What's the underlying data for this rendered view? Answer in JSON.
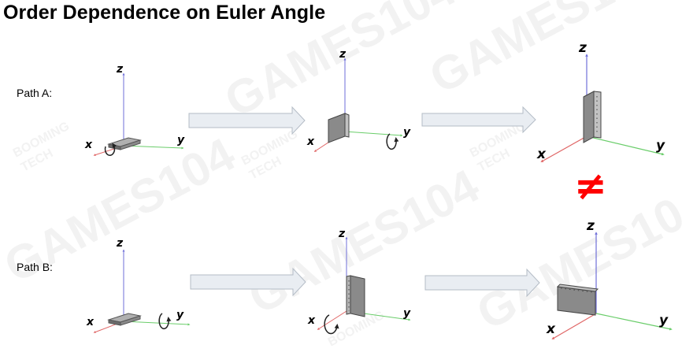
{
  "title": "Order Dependence on Euler Angle",
  "paths": [
    {
      "label": "Path A:"
    },
    {
      "label": "Path B:"
    }
  ],
  "axis_labels": {
    "x": "x",
    "y": "y",
    "z": "z"
  },
  "not_equal_symbol": "≠",
  "watermark": {
    "main": "GAMES104",
    "badge_line1": "BOOMING",
    "badge_line2": "TECH"
  },
  "colors": {
    "x_axis": "#e06666",
    "y_axis": "#6acd6a",
    "z_axis": "#6f6fd8",
    "arrow_fill": "#e9edf2",
    "arrow_stroke": "#b4bcc6",
    "plate_fill": "#8e8e8e",
    "plate_edge": "#505050",
    "not_equal": "#ff0000"
  }
}
